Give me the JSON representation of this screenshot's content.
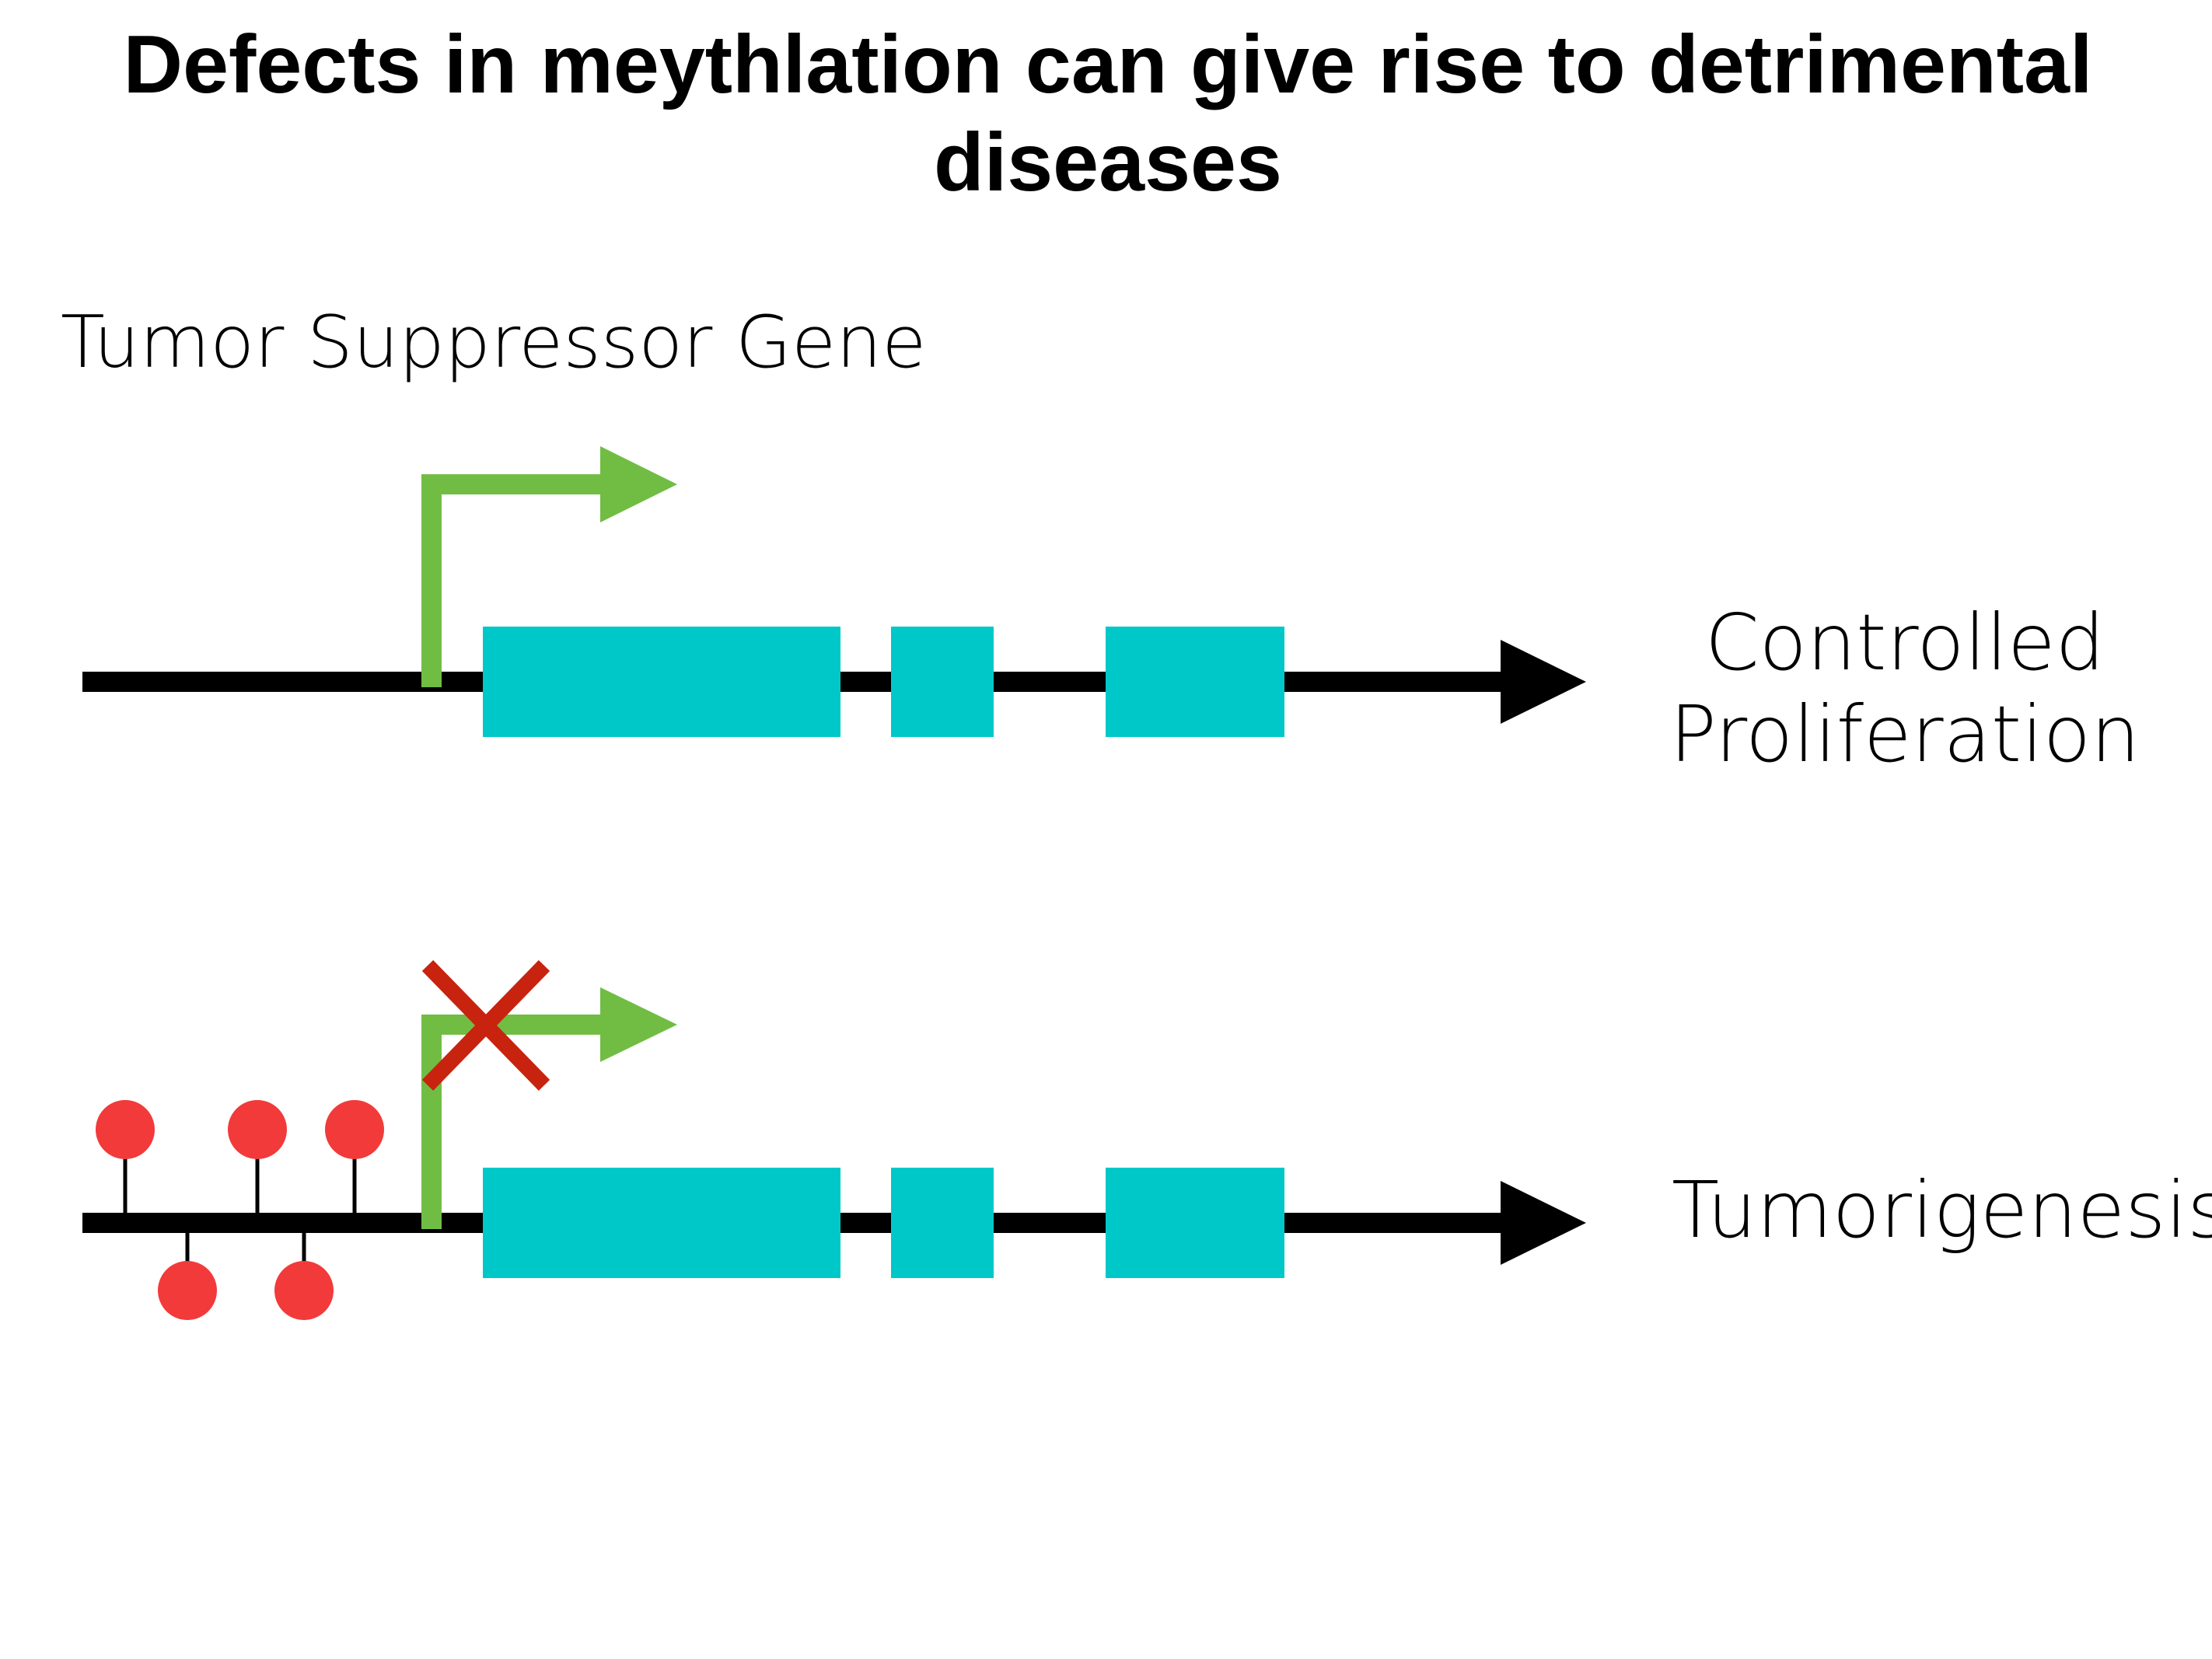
{
  "slide": {
    "title": "Defects in meythlation can give rise to detrimental diseases"
  },
  "labels": {
    "gene": "Tumor Suppressor Gene",
    "outcome_top": "Controlled\nProliferation",
    "outcome_bottom": "Tumorigenesis"
  },
  "rows": [
    {
      "name": "normal-gene",
      "transcription_active": true,
      "methylation_marks": 0
    },
    {
      "name": "methylated-gene",
      "transcription_active": false,
      "methylation_marks": 5
    }
  ],
  "colors": {
    "dna_line": "#000000",
    "exon": "#00c8c8",
    "promoter_arrow": "#71bd44",
    "methyl_group": "#f23a3a",
    "block_cross": "#c8230f"
  },
  "icons": {
    "promoter": "bent-arrow-icon",
    "methyl": "lollipop-icon",
    "blocked": "x-mark-icon"
  }
}
